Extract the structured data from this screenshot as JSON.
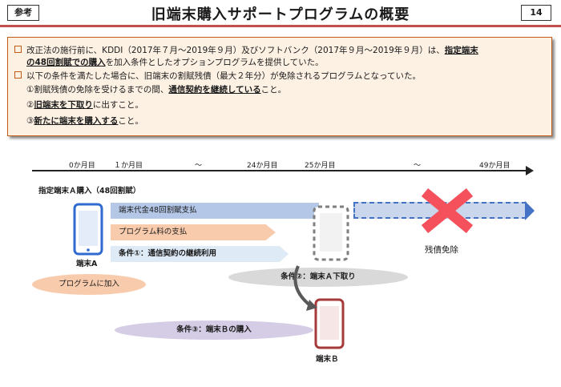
{
  "header": {
    "tag": "参考",
    "title": "旧端末購入サポートプログラムの概要",
    "page_number": "14"
  },
  "summary": {
    "line1_a": "改正法の施行前に、KDDI（2017年７月〜2019年９月）及びソフトバンク（2017年９月〜2019年９月）は、",
    "line1_b": "指定端末",
    "line2_a": "の48回割賦での購入",
    "line2_b": "を加入条件としたオプションプログラムを提供していた。",
    "line3": "以下の条件を満たした場合に、旧端末の割賦残債（最大２年分）が免除されるプログラムとなっていた。",
    "cond1_a": "①割賦残債の免除を受けるまでの間、",
    "cond1_b": "通信契約を継続している",
    "cond1_c": "こと。",
    "cond2_a": "②",
    "cond2_b": "旧端末を下取り",
    "cond2_c": "に出すこと。",
    "cond3_a": "③",
    "cond3_b": "新たに端末を購入する",
    "cond3_c": "こと。"
  },
  "timeline": {
    "months": [
      "0か月目",
      "１か月目",
      "〜",
      "24か月目",
      "25か月目",
      "〜",
      "49か月目"
    ],
    "device_heading": "指定端末Ａ購入（48回割賦）",
    "installment_bar": "端末代金48回割賦支払",
    "fee_bar": "プログラム料の支払",
    "condition1_bar": "条件①：通信契約の継続利用",
    "exempt_label": "残債免除",
    "join_label": "プログラムに加入",
    "condition2_label": "条件②：端末Ａ下取り",
    "condition3_label": "条件③：端末Ｂの購入",
    "device_a": "端末A",
    "device_b": "端末Ｂ"
  },
  "colors": {
    "accent_red": "#c0504d",
    "bullet_orange": "#c55a11",
    "installment_blue": "#b4c7e7",
    "fee_orange": "#f8cbad",
    "condition_blue": "#deebf7",
    "cross_red": "#f4515c"
  }
}
